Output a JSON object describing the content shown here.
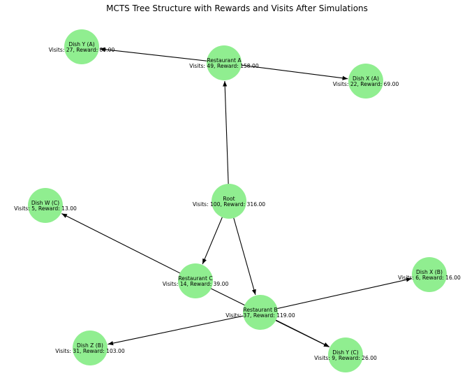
{
  "title": "MCTS Tree Structure with Rewards and Visits After Simulations",
  "colors": {
    "node_fill": "#90ee90",
    "edge": "#000000"
  },
  "nodes": [
    {
      "id": "root",
      "name": "Root",
      "stats": "Visits: 100, Reward: 316.00"
    },
    {
      "id": "ra",
      "name": "Restaurant A",
      "stats": "Visits: 49, Reward: 158.00"
    },
    {
      "id": "rb",
      "name": "Restaurant B",
      "stats": "Visits: 37, Reward: 119.00"
    },
    {
      "id": "rc",
      "name": "Restaurant C",
      "stats": "Visits: 14, Reward: 39.00"
    },
    {
      "id": "dya",
      "name": "Dish Y (A)",
      "stats": "Visits: 27, Reward: 89.00"
    },
    {
      "id": "dxa",
      "name": "Dish X (A)",
      "stats": "Visits: 22, Reward: 69.00"
    },
    {
      "id": "dxb",
      "name": "Dish X (B)",
      "stats": "Visits: 6, Reward: 16.00"
    },
    {
      "id": "dzb",
      "name": "Dish Z (B)",
      "stats": "Visits: 31, Reward: 103.00"
    },
    {
      "id": "dyc",
      "name": "Dish Y (C)",
      "stats": "Visits: 9, Reward: 26.00"
    },
    {
      "id": "dwc",
      "name": "Dish W (C)",
      "stats": "Visits: 5, Reward: 13.00"
    }
  ],
  "edges": [
    [
      "root",
      "ra"
    ],
    [
      "root",
      "rb"
    ],
    [
      "root",
      "rc"
    ],
    [
      "ra",
      "dya"
    ],
    [
      "ra",
      "dxa"
    ],
    [
      "rb",
      "dxb"
    ],
    [
      "rb",
      "dzb"
    ],
    [
      "rb",
      "dyc"
    ],
    [
      "rc",
      "dwc"
    ],
    [
      "rc",
      "dyc"
    ]
  ]
}
